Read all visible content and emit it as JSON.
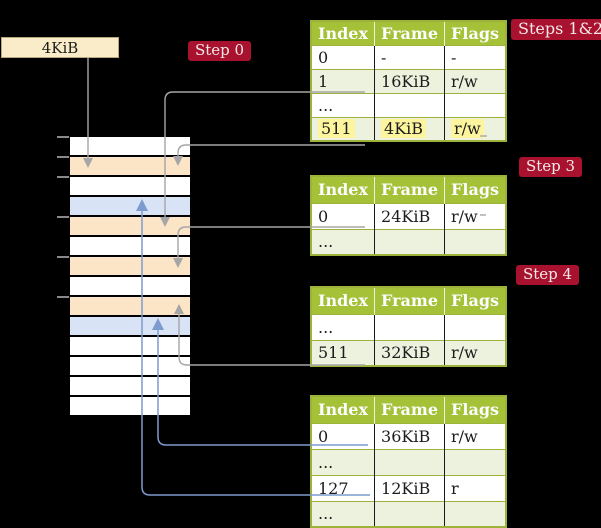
{
  "colors": {
    "background": "#000000",
    "badge_bg": "#a8122e",
    "badge_text": "#f2e9e9",
    "table_header_bg": "#a5c138",
    "table_border": "#9cb23a",
    "row_green": "#edf2de",
    "row_white": "#ffffff",
    "highlight_yellow": "#fcf59e",
    "mem_orange": "#fce4c6",
    "mem_blue": "#d8e4f5",
    "mem_white": "#ffffff",
    "arrow_gray": "#a6a6a6",
    "arrow_blue": "#7d9bce",
    "box_bg": "#faecc8"
  },
  "labels": {
    "frame_box": "4KiB",
    "step0": "Step 0",
    "steps12": "Steps 1&2",
    "step3": "Step 3",
    "step4": "Step 4"
  },
  "tables": [
    {
      "step": "Steps 1&2",
      "headers": [
        "Index",
        "Frame",
        "Flags"
      ],
      "rows": [
        {
          "cells": [
            "0",
            "-",
            "-"
          ],
          "shade": false,
          "highlight": false
        },
        {
          "cells": [
            "1",
            "16KiB",
            "r/w"
          ],
          "shade": true,
          "highlight": false
        },
        {
          "cells": [
            "...",
            "",
            ""
          ],
          "shade": false,
          "highlight": false
        },
        {
          "cells": [
            "511",
            "4KiB",
            "r/w"
          ],
          "shade": true,
          "highlight": true
        }
      ]
    },
    {
      "step": "Step 3",
      "headers": [
        "Index",
        "Frame",
        "Flags"
      ],
      "rows": [
        {
          "cells": [
            "0",
            "24KiB",
            "r/w"
          ],
          "shade": false,
          "highlight": false
        },
        {
          "cells": [
            "...",
            "",
            ""
          ],
          "shade": true,
          "highlight": false
        }
      ]
    },
    {
      "step": "Step 4",
      "headers": [
        "Index",
        "Frame",
        "Flags"
      ],
      "rows": [
        {
          "cells": [
            "...",
            "",
            ""
          ],
          "shade": false,
          "highlight": false
        },
        {
          "cells": [
            "511",
            "32KiB",
            "r/w"
          ],
          "shade": true,
          "highlight": false
        }
      ]
    },
    {
      "step": "",
      "headers": [
        "Index",
        "Frame",
        "Flags"
      ],
      "rows": [
        {
          "cells": [
            "0",
            "36KiB",
            "r/w"
          ],
          "shade": false,
          "highlight": false
        },
        {
          "cells": [
            "...",
            "",
            ""
          ],
          "shade": true,
          "highlight": false
        },
        {
          "cells": [
            "127",
            "12KiB",
            "r"
          ],
          "shade": false,
          "highlight": false
        },
        {
          "cells": [
            "...",
            "",
            ""
          ],
          "shade": true,
          "highlight": false
        }
      ]
    }
  ],
  "memory": {
    "rows": [
      "white",
      "orange",
      "white",
      "blue",
      "orange",
      "white",
      "orange",
      "white",
      "orange",
      "blue",
      "white",
      "white",
      "white",
      "white"
    ]
  }
}
